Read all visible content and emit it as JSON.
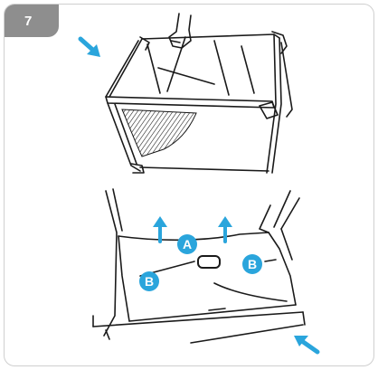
{
  "step": {
    "number": "7"
  },
  "callouts": {
    "a": "A",
    "b_left": "B",
    "b_right": "B"
  },
  "colors": {
    "accent": "#2aa5dc",
    "badge": "#8e8e8e",
    "line": "#1a1a1a",
    "border": "#cfcfcf"
  },
  "icons": {
    "pointer_arrow": "arrow-icon",
    "lift_arrow": "up-arrow-icon"
  }
}
